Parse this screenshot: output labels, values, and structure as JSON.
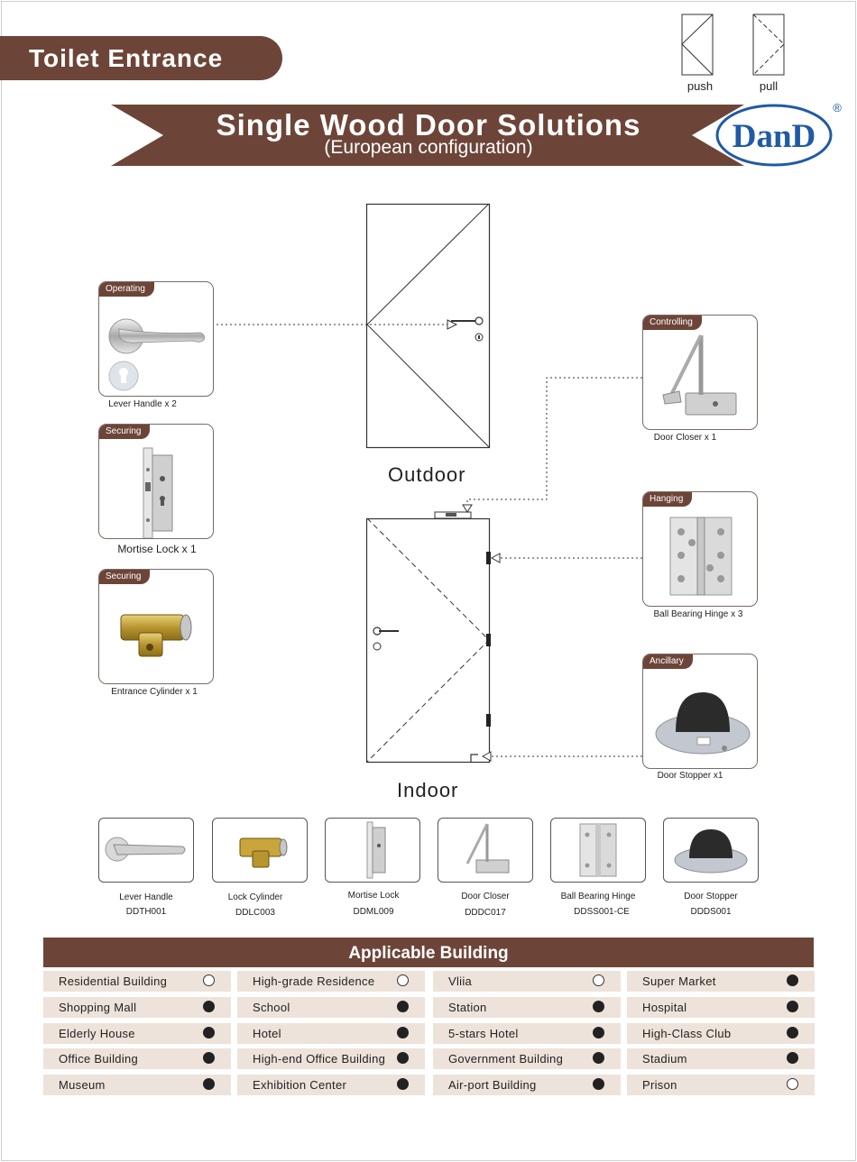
{
  "header": {
    "section_title": "Toilet Entrance",
    "banner_title": "Single Wood Door Solutions",
    "banner_subtitle": "(European configuration)",
    "logo_text": "DanD",
    "registered_mark": "®",
    "push_label": "push",
    "pull_label": "pull"
  },
  "doors": {
    "outdoor_label": "Outdoor",
    "indoor_label": "Indoor"
  },
  "components": {
    "lever": {
      "tag": "Operating",
      "caption": "Lever Handle x 2"
    },
    "mortise": {
      "tag": "Securing",
      "caption": "Mortise Lock x 1"
    },
    "cylinder": {
      "tag": "Securing",
      "caption": "Entrance Cylinder x 1"
    },
    "closer": {
      "tag": "Controlling",
      "caption": "Door Closer x 1"
    },
    "hinge": {
      "tag": "Hanging",
      "caption": "Ball Bearing Hinge x 3"
    },
    "stopper": {
      "tag": "Ancillary",
      "caption": "Door Stopper x1"
    }
  },
  "products": [
    {
      "name": "Lever Handle",
      "code": "DDTH001"
    },
    {
      "name": "Lock Cylinder",
      "code": "DDLC003"
    },
    {
      "name": "Mortise Lock",
      "code": "DDML009"
    },
    {
      "name": "Door Closer",
      "code": "DDDC017"
    },
    {
      "name": "Ball Bearing Hinge",
      "code": "DDSS001-CE"
    },
    {
      "name": "Door Stopper",
      "code": "DDDS001"
    }
  ],
  "applicable": {
    "title": "Applicable Building",
    "rows": [
      [
        {
          "label": "Residential Building",
          "status": "empty"
        },
        {
          "label": "High-grade Residence",
          "status": "empty"
        },
        {
          "label": "Vliia",
          "status": "empty"
        },
        {
          "label": "Super Market",
          "status": "filled"
        }
      ],
      [
        {
          "label": "Shopping Mall",
          "status": "filled"
        },
        {
          "label": "School",
          "status": "filled"
        },
        {
          "label": "Station",
          "status": "filled"
        },
        {
          "label": "Hospital",
          "status": "filled"
        }
      ],
      [
        {
          "label": "Elderly House",
          "status": "filled"
        },
        {
          "label": "Hotel",
          "status": "filled"
        },
        {
          "label": "5-stars Hotel",
          "status": "filled"
        },
        {
          "label": "High-Class Club",
          "status": "filled"
        }
      ],
      [
        {
          "label": "Office Building",
          "status": "filled"
        },
        {
          "label": "High-end Office Building",
          "status": "filled"
        },
        {
          "label": "Government Building",
          "status": "filled"
        },
        {
          "label": "Stadium",
          "status": "filled"
        }
      ],
      [
        {
          "label": "Museum",
          "status": "filled"
        },
        {
          "label": "Exhibition Center",
          "status": "filled"
        },
        {
          "label": "Air-port Building",
          "status": "filled"
        },
        {
          "label": "Prison",
          "status": "empty"
        }
      ]
    ]
  },
  "colors": {
    "brand_brown": "#6d4538",
    "cell_bg": "#ede3db",
    "logo_blue": "#1f5aa6"
  }
}
